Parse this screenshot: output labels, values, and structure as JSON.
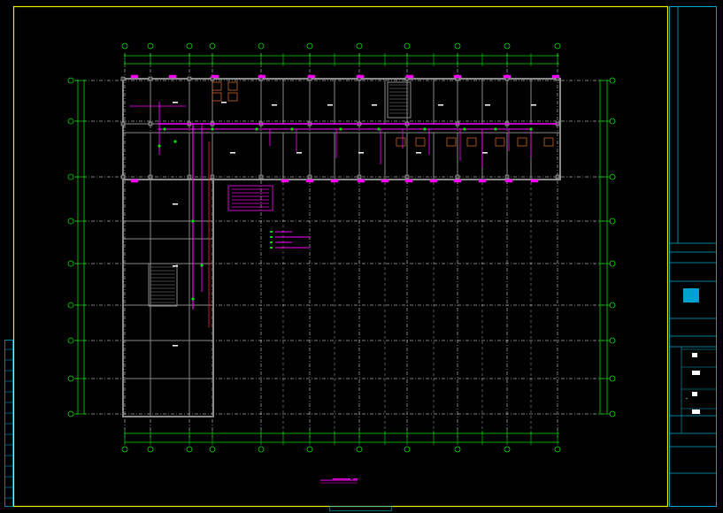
{
  "colors": {
    "background": "#000000",
    "frame": "#e8f000",
    "title_block": "#00a8d0",
    "axis": "#00e000",
    "grid": "#ffffff",
    "walls": "#8a8a8a",
    "pipe": "#ff00ff",
    "pipe_red": "#ff2020",
    "equipment": "#c86428",
    "annotation": "#ff00ff",
    "note_box": "#e010e0",
    "logo": "#00a0d0"
  },
  "drawing": {
    "type": "CAD floor plan (sprinkler / piping layout)",
    "top_axis_bubbles": 15,
    "side_axis_bubbles": 10,
    "legend_items": 4
  },
  "title_block": {
    "logo_icon": "company-logo-icon",
    "rows": 6
  }
}
